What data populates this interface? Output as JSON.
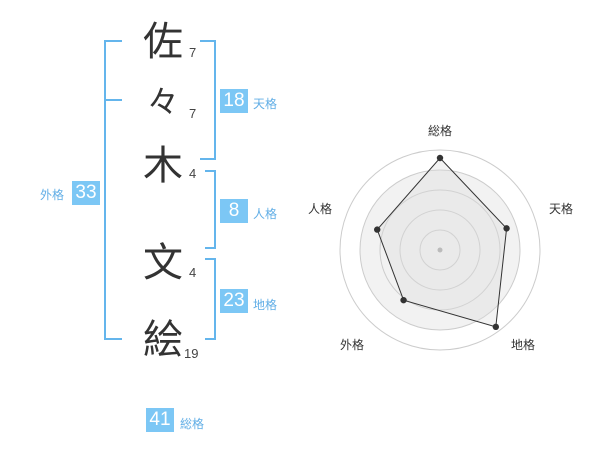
{
  "name_chars": [
    {
      "char": "佐",
      "strokes": "7"
    },
    {
      "char": "々",
      "strokes": "7"
    },
    {
      "char": "木",
      "strokes": "4"
    },
    {
      "char": "文",
      "strokes": "4"
    },
    {
      "char": "絵",
      "strokes": "19"
    }
  ],
  "fortunes": {
    "tenkaku": {
      "value": "18",
      "label": "天格"
    },
    "jinkaku": {
      "value": "8",
      "label": "人格"
    },
    "chikaku": {
      "value": "23",
      "label": "地格"
    },
    "gaikaku": {
      "value": "33",
      "label": "外格"
    },
    "soukaku": {
      "value": "41",
      "label": "総格"
    }
  },
  "radar": {
    "axes": [
      "総格",
      "天格",
      "地格",
      "外格",
      "人格"
    ],
    "values": [
      0.92,
      0.7,
      0.95,
      0.62,
      0.66
    ],
    "rings": 5,
    "colors": {
      "grid": "#cccccc",
      "fill": "#f2f2f2",
      "line": "#333333",
      "point": "#333333"
    }
  }
}
